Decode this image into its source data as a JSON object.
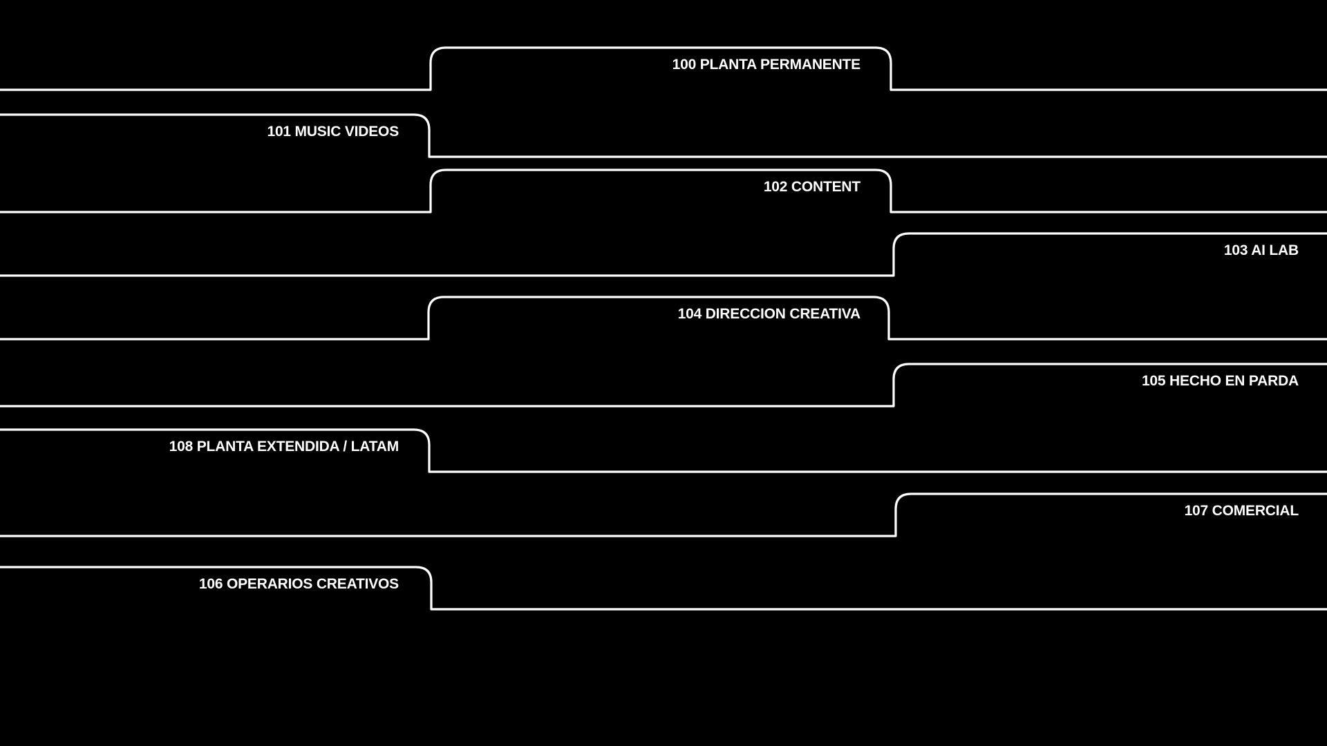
{
  "theme": {
    "background": "#000000",
    "line_color": "#ffffff"
  },
  "tabs": [
    {
      "label": "100 PLANTA PERMANENTE",
      "raised": "middle"
    },
    {
      "label": "101 MUSIC VIDEOS",
      "raised": "left"
    },
    {
      "label": "102 CONTENT",
      "raised": "middle"
    },
    {
      "label": "103 AI LAB",
      "raised": "right"
    },
    {
      "label": "104 DIRECCION CREATIVA",
      "raised": "middle"
    },
    {
      "label": "105 HECHO EN PARDA",
      "raised": "right"
    },
    {
      "label": "108 PLANTA EXTENDIDA / LATAM",
      "raised": "left"
    },
    {
      "label": "107 COMERCIAL",
      "raised": "right"
    },
    {
      "label": "106 OPERARIOS CREATIVOS",
      "raised": "left"
    }
  ]
}
